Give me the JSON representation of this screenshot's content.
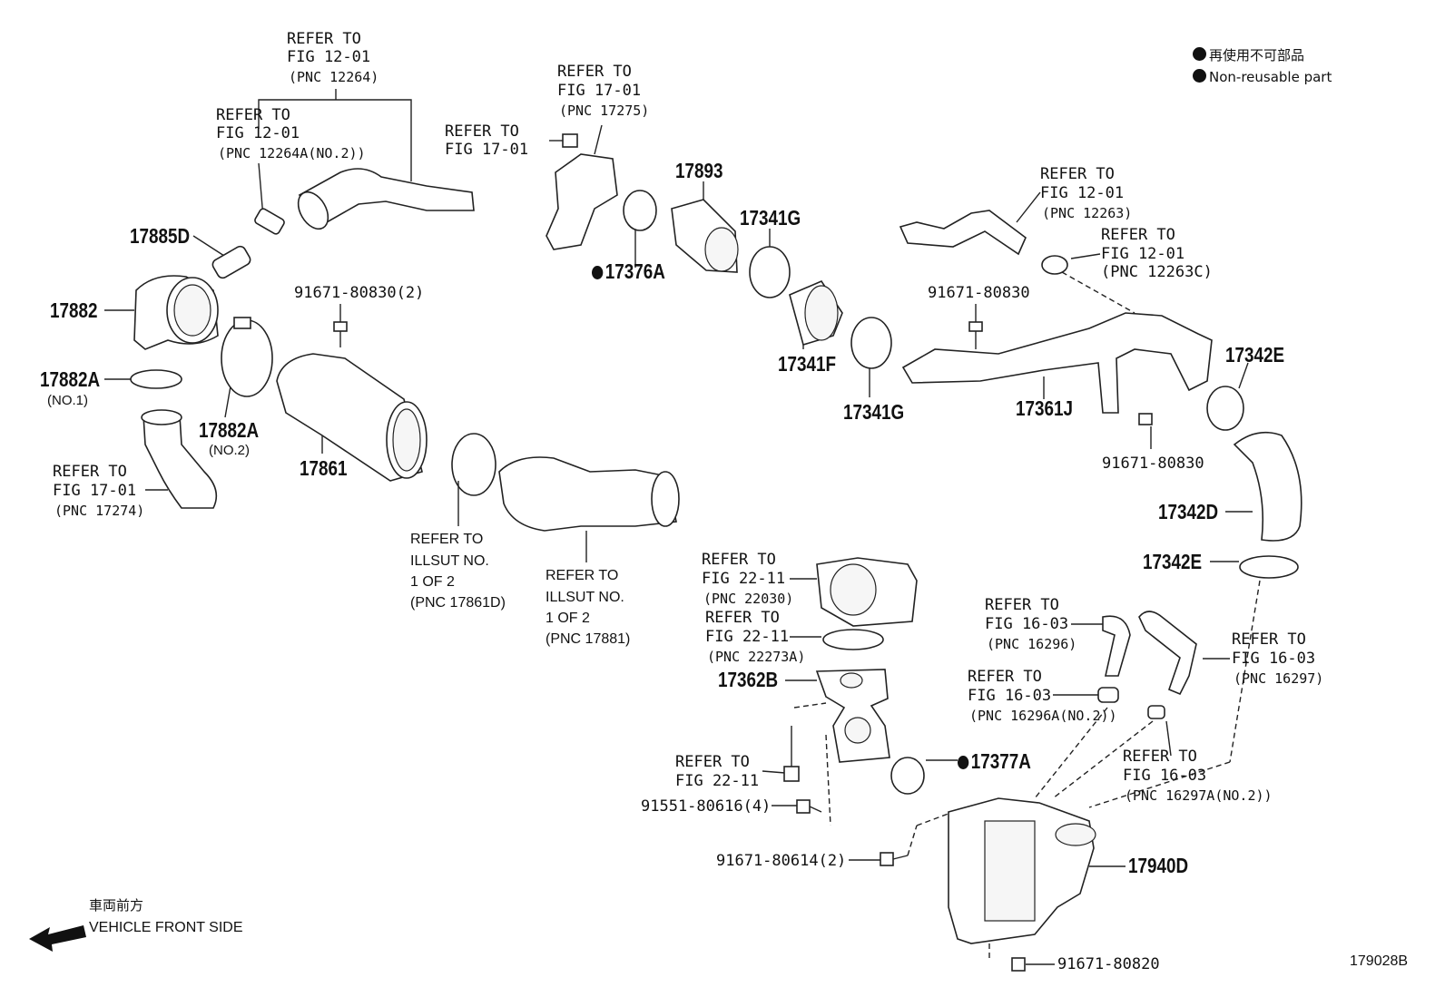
{
  "legend": {
    "jp": "再使用不可部品",
    "en": "Non-reusable part"
  },
  "refs": {
    "r1": {
      "l1": "REFER TO",
      "l2": "FIG 12-01",
      "pnc": "(PNC 12264)"
    },
    "r2": {
      "l1": "REFER TO",
      "l2": "FIG 12-01",
      "pnc": "(PNC 12264A(NO.2))"
    },
    "r3": {
      "l1": "REFER TO",
      "l2": "FIG 17-01"
    },
    "r4": {
      "l1": "REFER TO",
      "l2": "FIG 17-01",
      "pnc": "(PNC 17275)"
    },
    "r5": {
      "l1": "REFER TO",
      "l2": "FIG 12-01",
      "pnc": "(PNC 12263)"
    },
    "r6": {
      "l1": "REFER TO",
      "l2": "FIG 12-01",
      "pnc": "(PNC 12263C)"
    },
    "r7": {
      "l1": "REFER TO",
      "l2": "FIG 17-01",
      "pnc": "(PNC 17274)"
    },
    "r8": {
      "l1": "REFER TO",
      "l2": "ILLSUT NO.",
      "l3": "1 OF 2",
      "pnc": "(PNC 17861D)"
    },
    "r9": {
      "l1": "REFER TO",
      "l2": "ILLSUT NO.",
      "l3": "1 OF 2",
      "pnc": "(PNC 17881)"
    },
    "r10": {
      "l1": "REFER TO",
      "l2": "FIG 22-11",
      "pnc": "(PNC 22030)"
    },
    "r11": {
      "l1": "REFER TO",
      "l2": "FIG 22-11",
      "pnc": "(PNC 22273A)"
    },
    "r12": {
      "l1": "REFER TO",
      "l2": "FIG 16-03",
      "pnc": "(PNC 16296)"
    },
    "r13": {
      "l1": "REFER TO",
      "l2": "FIG 16-03",
      "pnc": "(PNC 16296A(NO.2))"
    },
    "r14": {
      "l1": "REFER TO",
      "l2": "FIG 16-03",
      "pnc": "(PNC 16297)"
    },
    "r15": {
      "l1": "REFER TO",
      "l2": "FIG 16-03",
      "pnc": "(PNC 16297A(NO.2))"
    },
    "r16": {
      "l1": "REFER TO",
      "l2": "FIG 22-11"
    }
  },
  "parts": {
    "p17885D": "17885D",
    "p17882": "17882",
    "p17882A_1": "17882A",
    "p17882A_1_sub": "(NO.1)",
    "p17882A_2": "17882A",
    "p17882A_2_sub": "(NO.2)",
    "p17861": "17861",
    "p17376A": "17376A",
    "p17893": "17893",
    "p17341G_a": "17341G",
    "p17341F": "17341F",
    "p17341G_b": "17341G",
    "p17361J": "17361J",
    "p17342E_a": "17342E",
    "p17342D": "17342D",
    "p17342E_b": "17342E",
    "p17362B": "17362B",
    "p17377A": "17377A",
    "p17940D": "17940D"
  },
  "bolts": {
    "b1": "91671-80830(2)",
    "b2": "91671-80830",
    "b3": "91671-80830",
    "b4": "91551-80616(4)",
    "b5": "91671-80614(2)",
    "b6": "91671-80820"
  },
  "front": {
    "jp": "車両前方",
    "en": "VEHICLE FRONT SIDE"
  },
  "code": "179028B"
}
